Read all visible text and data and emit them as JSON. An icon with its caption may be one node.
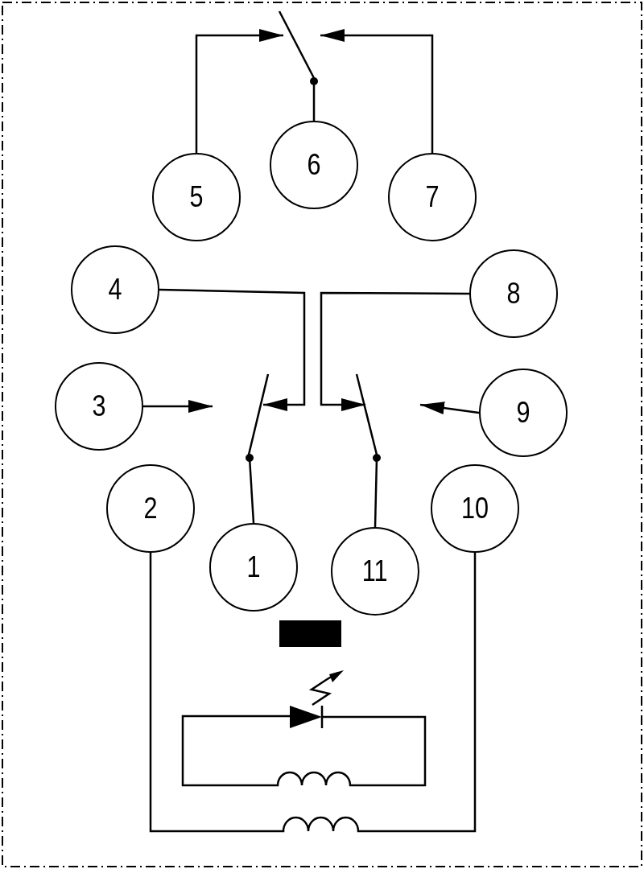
{
  "diagram": {
    "nodes": [
      {
        "text": [
          "5"
        ]
      },
      {
        "text": [
          "6"
        ]
      },
      {
        "text": [
          "7"
        ]
      },
      {
        "text": [
          "4"
        ]
      },
      {
        "text": [
          "8"
        ]
      },
      {
        "text": [
          "3"
        ]
      },
      {
        "text": [
          "9"
        ]
      },
      {
        "text": [
          "2"
        ]
      },
      {
        "text": [
          "10"
        ]
      },
      {
        "text": [
          "1"
        ]
      },
      {
        "text": [
          "11"
        ]
      },
      {
        "text": [],
        "shape": "switch"
      },
      {
        "text": [],
        "shape": "switch"
      },
      {
        "text": [],
        "shape": "switch"
      },
      {
        "text": [],
        "shape": "bar"
      }
    ],
    "edges": [
      {
        "from": 0,
        "to": 11,
        "arrow": "to"
      },
      {
        "from": 2,
        "to": 11,
        "arrow": "to"
      },
      {
        "from": 1,
        "to": 11,
        "arrow": "other"
      },
      {
        "from": 3,
        "to": 12,
        "arrow": "to"
      },
      {
        "from": 4,
        "to": 13,
        "arrow": "to"
      },
      {
        "from": 5,
        "to": 12,
        "arrow": "to"
      },
      {
        "from": 6,
        "to": 13,
        "arrow": "to"
      },
      {
        "from": 9,
        "to": 12,
        "arrow": "other"
      },
      {
        "from": 10,
        "to": 13,
        "arrow": "other"
      },
      {
        "from": 7,
        "to": 8,
        "arrow": "none"
      }
    ]
  }
}
